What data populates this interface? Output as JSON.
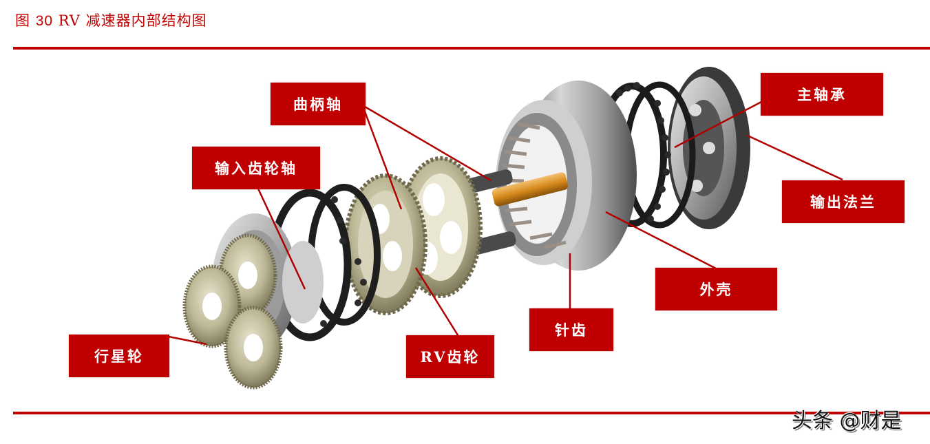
{
  "figure": {
    "title_prefix": "图",
    "title_number": "30",
    "title_text": "RV 减速器内部结构图"
  },
  "diagram": {
    "subject": "RV reducer exploded view",
    "accent_color": "#c00000",
    "callouts": [
      {
        "id": "crankshaft",
        "label": "曲柄轴"
      },
      {
        "id": "input-gear-shaft",
        "label": "输入齿轮轴"
      },
      {
        "id": "main-bearing",
        "label": "主轴承"
      },
      {
        "id": "output-flange",
        "label": "输出法兰"
      },
      {
        "id": "housing",
        "label": "外壳"
      },
      {
        "id": "pin-teeth",
        "label": "针齿"
      },
      {
        "id": "rv-gear",
        "label": "RV齿轮"
      },
      {
        "id": "planet-gear",
        "label": "行星轮"
      }
    ]
  },
  "watermark": {
    "text": "头条 @财是"
  }
}
